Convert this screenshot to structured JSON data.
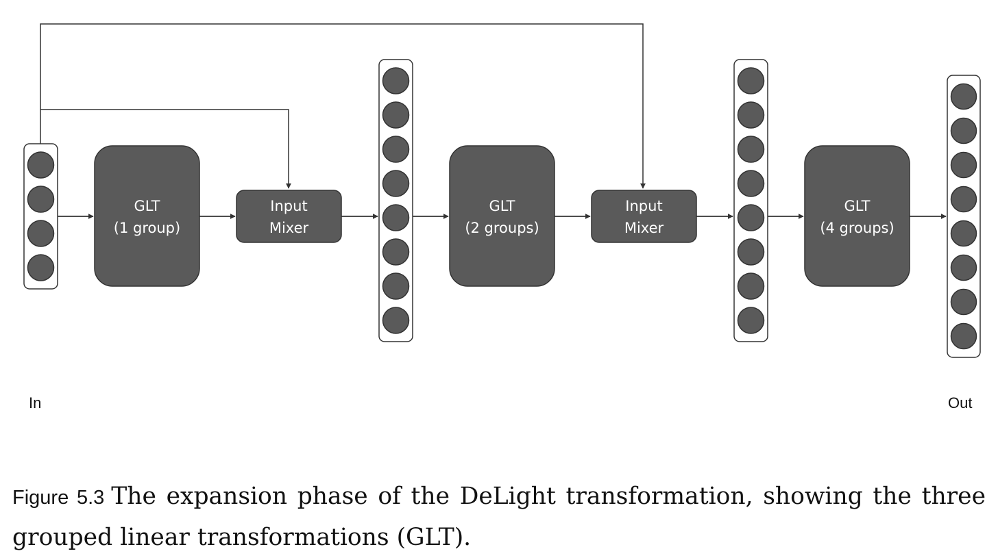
{
  "diagram": {
    "colors": {
      "fill": "#5a5a5a",
      "stroke": "#333333",
      "column_bg": "#ffffff",
      "text": "#ffffff"
    },
    "input_label": "In",
    "output_label": "Out",
    "input_vector": {
      "units": 4
    },
    "hidden_vector_1": {
      "units": 8
    },
    "hidden_vector_2": {
      "units": 8
    },
    "output_vector": {
      "units": 8
    },
    "glt_1": {
      "line1": "GLT",
      "line2": "(1 group)"
    },
    "mixer_1": {
      "line1": "Input",
      "line2": "Mixer"
    },
    "glt_2": {
      "line1": "GLT",
      "line2": "(2 groups)"
    },
    "mixer_2": {
      "line1": "Input",
      "line2": "Mixer"
    },
    "glt_3": {
      "line1": "GLT",
      "line2": "(4 groups)"
    }
  },
  "caption": {
    "label": "Figure 5.3",
    "text": "The expansion phase of the DeLight transformation, showing the three grouped linear transformations (GLT)."
  }
}
